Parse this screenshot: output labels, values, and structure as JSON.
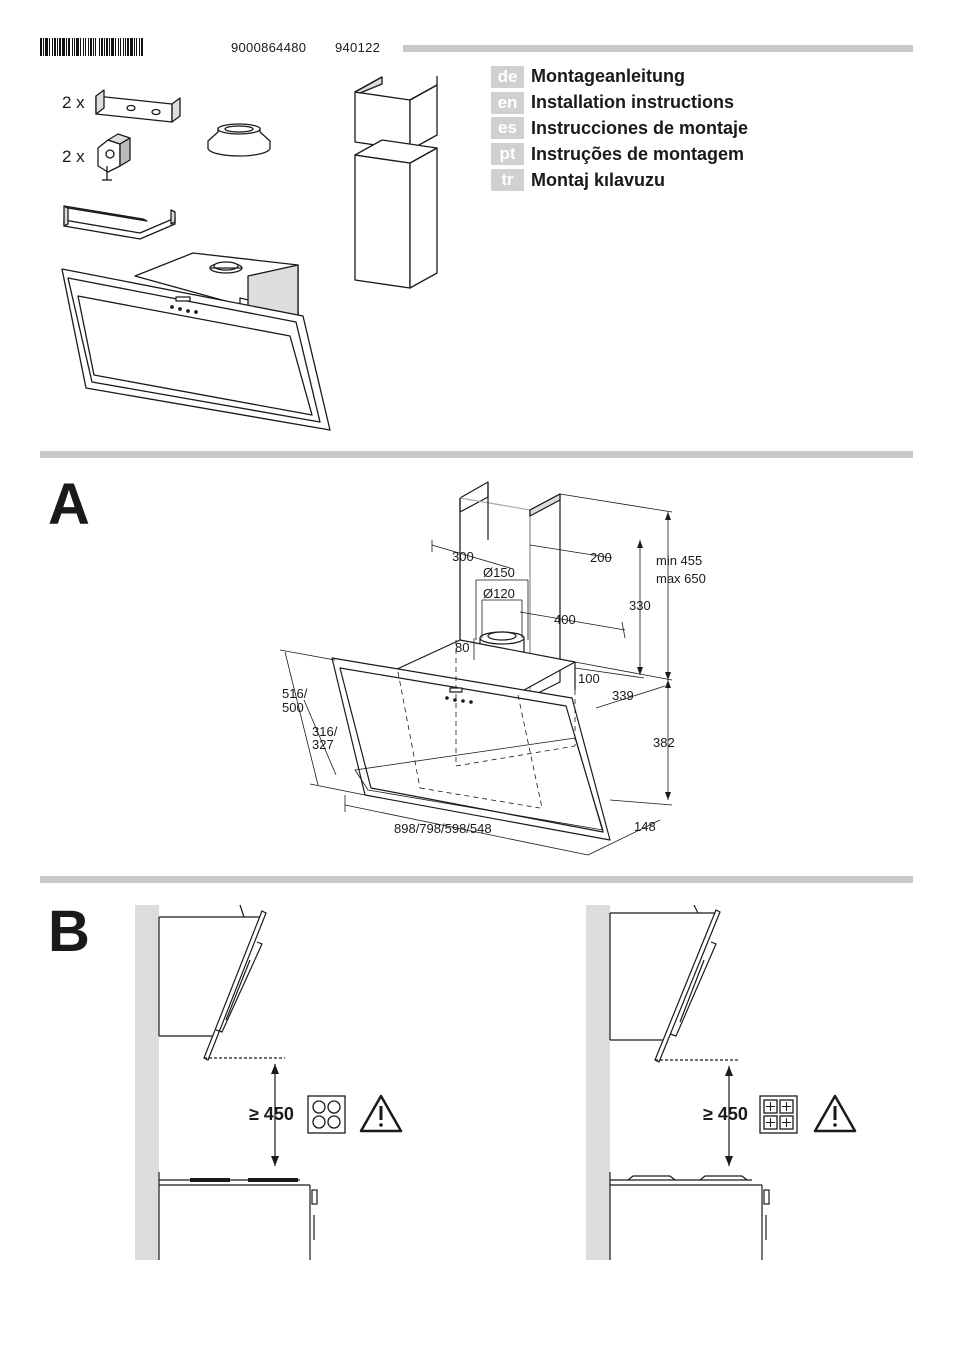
{
  "header": {
    "barcode_icon": "barcode-icon",
    "article_number": "9000864480",
    "date_code": "940122"
  },
  "languages": [
    {
      "code": "de",
      "title": "Montageanleitung"
    },
    {
      "code": "en",
      "title": "Installation instructions"
    },
    {
      "code": "es",
      "title": "Instrucciones de montaje"
    },
    {
      "code": "pt",
      "title": "Instruções de montagem"
    },
    {
      "code": "tr",
      "title": "Montaj kılavuzu"
    }
  ],
  "parts": {
    "bracket_qty": "2 x",
    "screw_qty": "2 x"
  },
  "section_a": {
    "letter": "A",
    "dims": {
      "chimney_depth": "300",
      "chimney_width": "200",
      "duct_outer": "Ø150",
      "duct_inner": "Ø120",
      "duct_height": "80",
      "duct_offset": "400",
      "chimney_height_range": [
        "min 455",
        "max 650"
      ],
      "upper_height": "330",
      "top_depth": "100",
      "body_depth": "339",
      "hood_height": "382",
      "front_height_outer": [
        "516/",
        "500"
      ],
      "front_height_inner": [
        "316/",
        "327"
      ],
      "widths": "898/798/598/548",
      "bottom_depth": "148"
    }
  },
  "section_b": {
    "letter": "B",
    "left": {
      "min_distance": "≥ 450",
      "hob_icon": "electric-hob-icon",
      "warning_icon": "warning-triangle-icon"
    },
    "right": {
      "min_distance": "≥ 450",
      "hob_icon": "gas-hob-icon",
      "warning_icon": "warning-triangle-icon"
    }
  },
  "colors": {
    "rule": "#c9c9c9",
    "lang_badge": "#d0d0d0",
    "wall": "#dcdcdc",
    "line": "#1a1a1a"
  }
}
